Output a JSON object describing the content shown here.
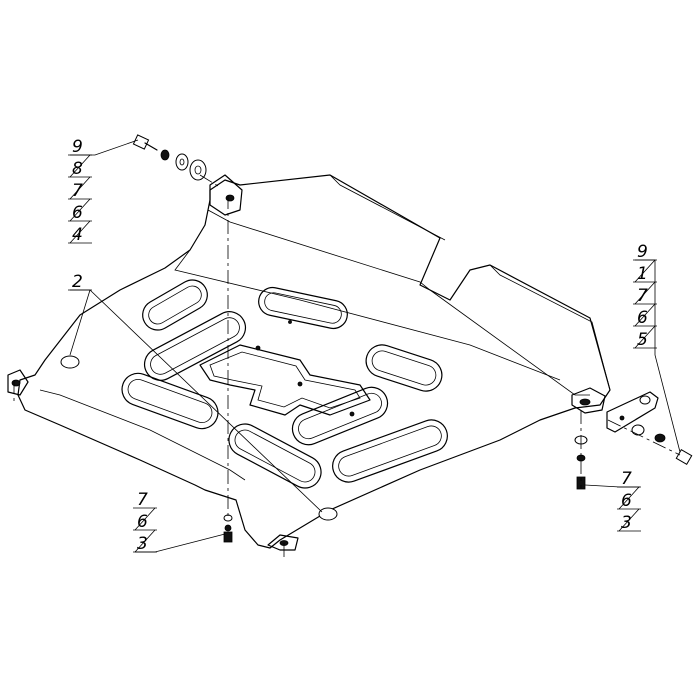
{
  "callouts": {
    "top_left": [
      "9",
      "8",
      "7",
      "6",
      "4"
    ],
    "single_left": [
      "2"
    ],
    "bottom_left": [
      "7",
      "6",
      "3"
    ],
    "top_right": [
      "9",
      "1",
      "7",
      "6",
      "5"
    ],
    "bottom_right": [
      "7",
      "6",
      "3"
    ]
  }
}
